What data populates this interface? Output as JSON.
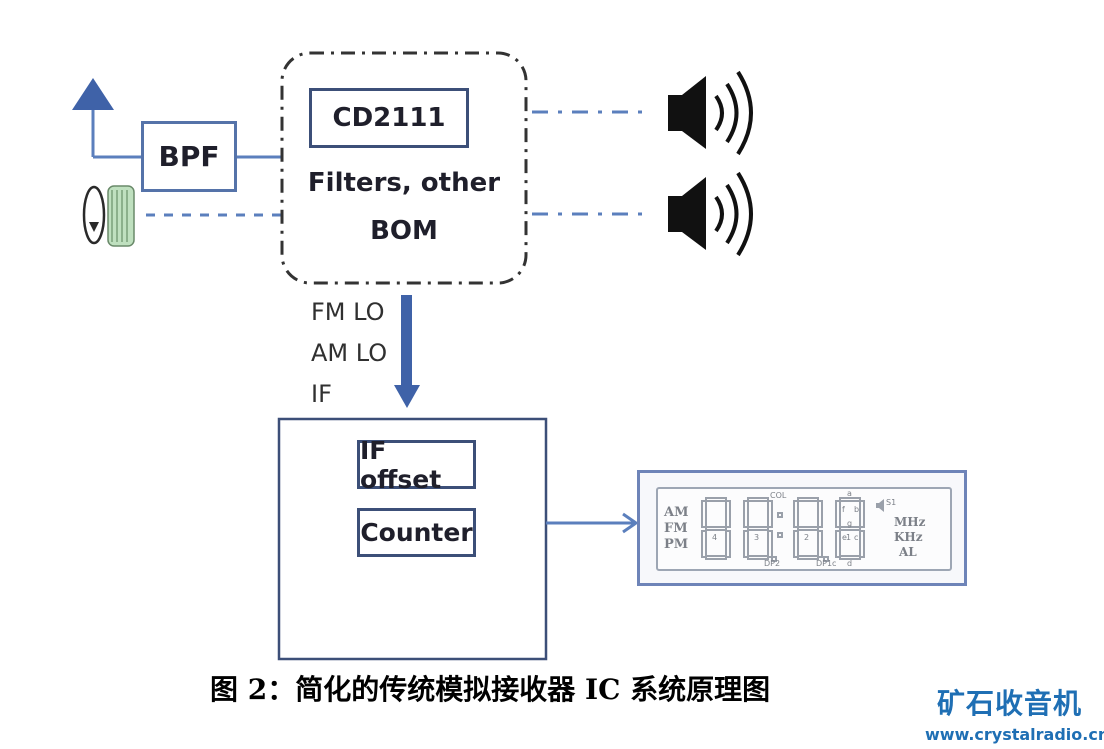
{
  "blocks": {
    "bpf": "BPF",
    "chip": "CD2111",
    "filters_line1": "Filters, other",
    "filters_line2": "BOM",
    "if_offset": "IF offset",
    "counter": "Counter"
  },
  "signals": [
    "FM LO",
    "AM LO",
    "IF"
  ],
  "lcd": {
    "modes": [
      "AM",
      "FM",
      "PM"
    ],
    "units": [
      "MHz",
      "KHz",
      "AL"
    ],
    "col_label": "COL",
    "dp_labels": [
      "DP2",
      "DP1"
    ],
    "digit_numbers": [
      "4",
      "3",
      "2",
      "1"
    ],
    "segment_letters": [
      "a",
      "b",
      "c",
      "d",
      "e",
      "f",
      "g"
    ],
    "speaker_label": "S1",
    "mark_letter": "c"
  },
  "caption": "图 2：简化的传统模拟接收器 IC 系统原理图",
  "watermark": {
    "logo": "矿石收音机",
    "url": "www.crystalradio.cn"
  },
  "colors": {
    "line_blue": "#5b7fbd",
    "arrow_blue": "#3f62a8",
    "box_border": "#3c4f78",
    "watermark_blue": "#1f6fb4"
  }
}
